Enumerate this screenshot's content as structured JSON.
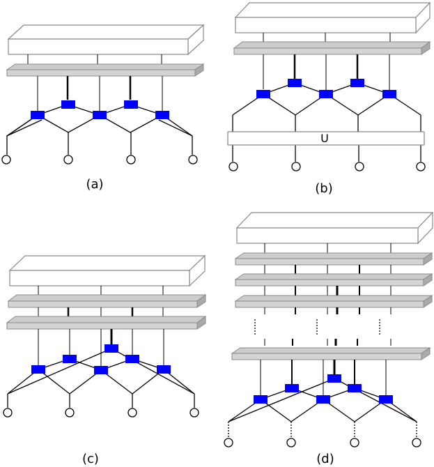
{
  "panels": [
    {
      "id": "a",
      "caption": "(a)"
    },
    {
      "id": "b",
      "caption": "(b)",
      "box_label": "U"
    },
    {
      "id": "c",
      "caption": "(c)"
    },
    {
      "id": "d",
      "caption": "(d)"
    }
  ],
  "colors": {
    "node": "#0000ff",
    "slab": "#cccccc",
    "slab_stroke": "#888888",
    "box_stroke": "#888888",
    "line": "#000000"
  }
}
